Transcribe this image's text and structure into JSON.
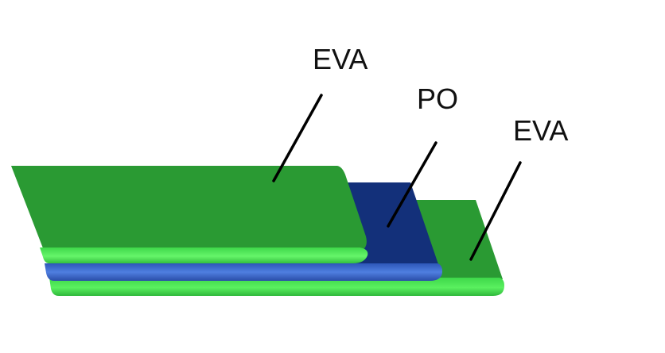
{
  "diagram": {
    "layers": [
      {
        "label": "EVA",
        "color": "#2a9a33"
      },
      {
        "label": "PO",
        "color": "#13307a"
      },
      {
        "label": "EVA",
        "color": "#2a9a33"
      }
    ]
  }
}
